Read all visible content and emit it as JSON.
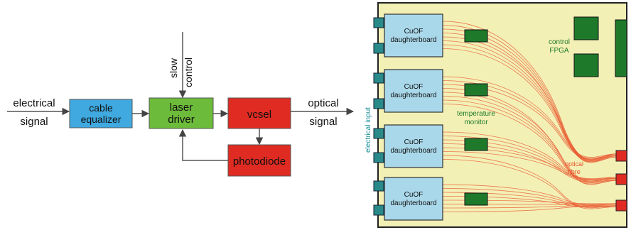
{
  "left_diagram": {
    "input_label_line1": "electrical",
    "input_label_line2": "signal",
    "output_label_line1": "optical",
    "output_label_line2": "signal",
    "slow_control_line1": "slow",
    "slow_control_line2": "control",
    "blocks": {
      "cable_equalizer": {
        "line1": "cable",
        "line2": "equalizer",
        "color": "#3fa9e0"
      },
      "laser_driver": {
        "line1": "laser",
        "line2": "driver",
        "color": "#6dbb3a"
      },
      "vcsel": {
        "label": "vcsel",
        "color": "#e02b22"
      },
      "photodiode": {
        "label": "photodiode",
        "color": "#e02b22"
      }
    }
  },
  "right_board": {
    "board_color": "#f3f0b6",
    "daughterboard_color": "#a9d8ea",
    "daughterboards": [
      {
        "line1": "CuOF",
        "line2": "daughterboard"
      },
      {
        "line1": "CuOF",
        "line2": "daughterboard"
      },
      {
        "line1": "CuOF",
        "line2": "daughterboard"
      },
      {
        "line1": "CuOF",
        "line2": "daughterboard"
      }
    ],
    "electrical_input_label": "electrical input",
    "temperature_monitor_line1": "temperature",
    "temperature_monitor_line2": "monitor",
    "control_fpga_line1": "control",
    "control_fpga_line2": "FPGA",
    "optical_fibre_line1": "optical",
    "optical_fibre_line2": "fibre",
    "green_chip_color": "#1e7a2a",
    "fibre_color": "#e8522a",
    "connector_color": "#2a8a8a",
    "output_connector_color": "#e02b22"
  }
}
